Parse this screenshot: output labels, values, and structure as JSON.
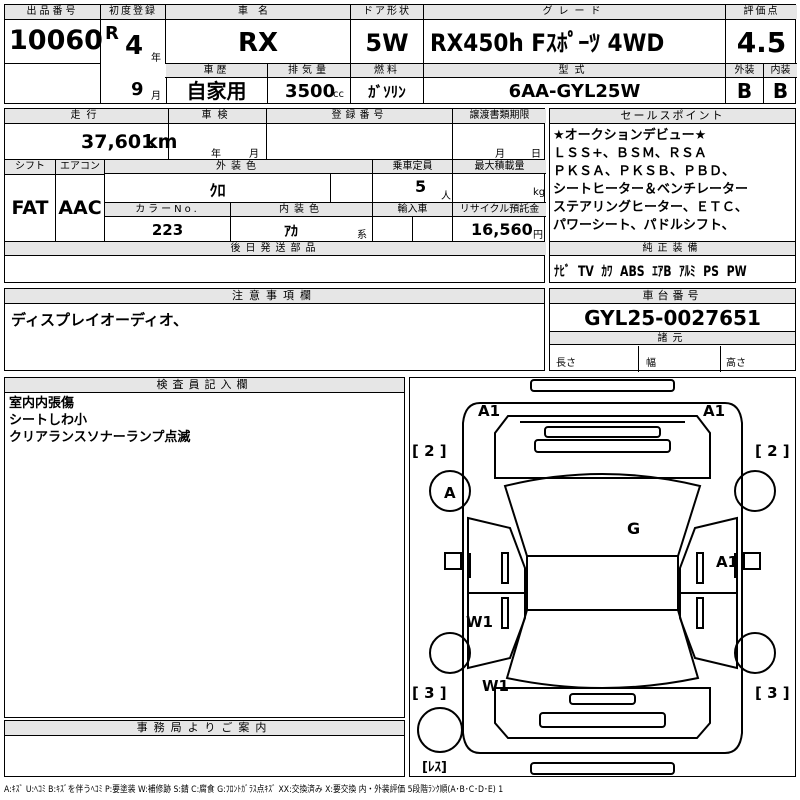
{
  "header": {
    "lot_label": "出品番号",
    "lot_value": "10060",
    "first_reg_label": "初度登録",
    "era": "R",
    "year": "4",
    "year_unit": "年",
    "month": "9",
    "month_unit": "月",
    "model_label": "車名",
    "model_value": "RX",
    "door_label": "ドア形状",
    "door_value": "5W",
    "grade_label": "グレード",
    "grade_value": "RX450h Fｽﾎﾟｰﾂ 4WD",
    "score_label": "評価点",
    "score_value": "4.5",
    "history_label": "車歴",
    "history_value": "自家用",
    "displacement_label": "排気量",
    "displacement_value": "3500",
    "displacement_unit": "cc",
    "fuel_label": "燃料",
    "fuel_value": "ｶﾞｿﾘﾝ",
    "type_label": "型式",
    "type_value": "6AA-GYL25W",
    "ext_label": "外装",
    "ext_value": "B",
    "int_label": "内装",
    "int_value": "B"
  },
  "row2": {
    "mileage_label": "走行",
    "mileage_value": "37,601",
    "mileage_unit": "km",
    "inspection_label": "車検",
    "inspection_year_unit": "年",
    "inspection_month_unit": "月",
    "regno_label": "登録番号",
    "transfer_label": "譲渡書類期限",
    "transfer_month_unit": "月",
    "transfer_day_unit": "日",
    "shift_label": "シフト",
    "shift_value": "FAT",
    "ac_label": "エアコン",
    "ac_value": "AAC",
    "color_label": "外装色",
    "color_value": "ｸﾛ",
    "capacity_label": "乗車定員",
    "capacity_value": "5",
    "capacity_unit": "人",
    "load_label": "最大積載量",
    "load_unit": "kg",
    "colorno_label": "カラーNo.",
    "colorno_value": "223",
    "intcolor_label": "内装色",
    "intcolor_value": "ｱｶ",
    "intcolor_unit": "系",
    "import_label": "輸入車",
    "recycle_label": "リサイクル預託金",
    "recycle_value": "16,560",
    "recycle_unit": "円",
    "later_label": "後日発送部品"
  },
  "sales": {
    "label": "セールスポイント",
    "lines": [
      "★オークションデビュー★",
      "ＬＳＳ+、ＢＳＭ、ＲＳＡ",
      "ＰＫＳＡ、ＰＫＳＢ、ＰＢＤ、",
      "シートヒーター＆ベンチレーター",
      "ステアリングヒーター、ＥＴＣ、",
      "パワーシート、パドルシフト、"
    ],
    "equip_label": "純正装備",
    "equip": [
      "ﾅﾋﾞ",
      "TV",
      "ｶﾜ",
      "ABS",
      "ｴｱB",
      "ｱﾙﾐ",
      "PS",
      "PW"
    ]
  },
  "caution": {
    "label": "注意事項欄",
    "text": "ディスプレイオーディオ、"
  },
  "chassis": {
    "label": "車台番号",
    "value": "GYL25-0027651",
    "spec_label": "諸元",
    "length": "長さ",
    "width": "幅",
    "height": "高さ"
  },
  "inspector": {
    "label": "検査員記入欄",
    "lines": [
      "室内内張傷",
      "シートしわ小",
      "クリアランスソナーランプ点滅"
    ]
  },
  "office": {
    "label": "事務局よりご案内"
  },
  "diagram": {
    "a1_left": "A1",
    "a1_right": "A1",
    "b2_left": "[ 2 ]",
    "b2_right": "[ 2 ]",
    "b3_left": "[ 3 ]",
    "b3_right": "[ 3 ]",
    "tire_a": "A",
    "g": "G",
    "a1_side": "A1",
    "w1_a": "W1",
    "w1_b": "W1",
    "res": "[ﾚｽ]"
  },
  "legend": "A:ｷｽﾞ U:ﾍｺﾐ B:ｷｽﾞを伴うﾍｺﾐ P:要塗装 W:補修跡 S:錆 C:腐食 G:ﾌﾛﾝﾄｶﾞﾗｽ点ｷｽﾞ XX:交換済み X:要交換 内・外装評価 5段階ﾗﾝｸ順(A･B･C･D･E) 1"
}
